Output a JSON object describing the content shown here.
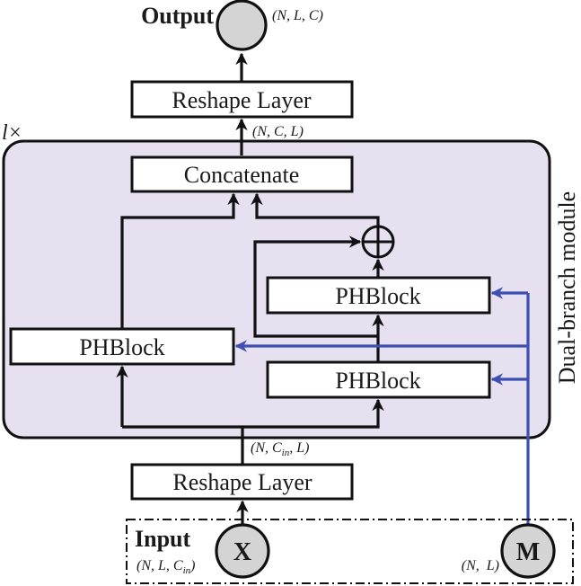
{
  "output": {
    "label": "Output",
    "shape": "(N, L, C)"
  },
  "reshape_top": {
    "label": "Reshape Layer",
    "shape_below": "(N, C, L)"
  },
  "module": {
    "repeat_label": "l×",
    "side_label": "Dual-branch module",
    "fill_color": "#e6e0f0",
    "concatenate_label": "Concatenate",
    "add_symbol": "⊕",
    "blocks": [
      {
        "id": "left",
        "label": "PHBlock"
      },
      {
        "id": "right-top",
        "label": "PHBlock"
      },
      {
        "id": "right-bottom",
        "label": "PHBlock"
      }
    ]
  },
  "reshape_bottom": {
    "label": "Reshape Layer",
    "shape_above": "(N, C_in, L)",
    "shape_above_parts": [
      "(N, C",
      "in",
      ", L)"
    ]
  },
  "input": {
    "label": "Input",
    "x_node": "X",
    "x_shape_parts": [
      "(N, L, C",
      "in",
      ")"
    ],
    "m_node": "M",
    "m_shape": "(N,  L)"
  },
  "colors": {
    "mask_wire": "#3d4fb0",
    "node_fill": "#d4d4d4",
    "module_fill": "#e6e0f0"
  }
}
